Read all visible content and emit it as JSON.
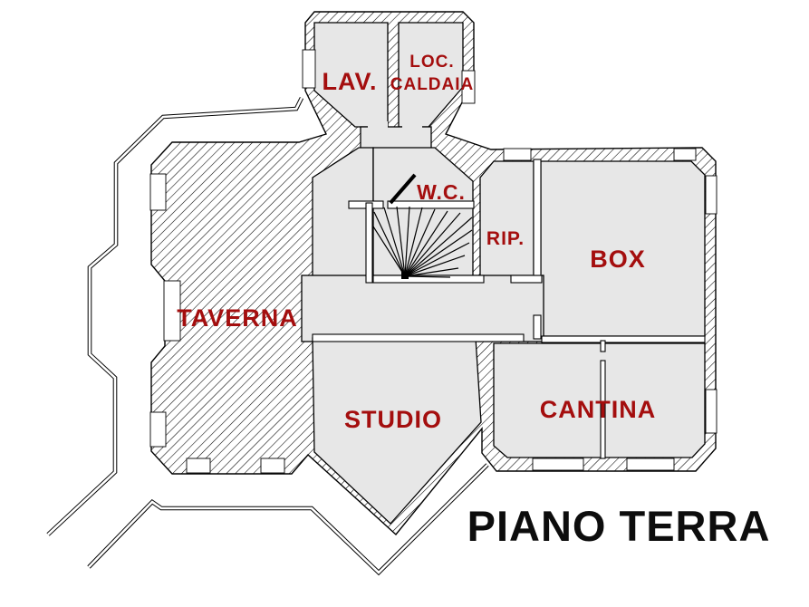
{
  "title": {
    "text": "PIANO TERRA"
  },
  "rooms": {
    "lav": {
      "label": "LAV."
    },
    "loc_caldaia": {
      "label_line1": "LOC.",
      "label_line2": "CALDAIA"
    },
    "wc": {
      "label": "W.C."
    },
    "rip": {
      "label": "RIP."
    },
    "box": {
      "label": "BOX"
    },
    "taverna": {
      "label": "TAVERNA"
    },
    "studio": {
      "label": "STUDIO"
    },
    "cantina": {
      "label": "CANTINA"
    }
  },
  "colors": {
    "room_label": "#A40E0E",
    "floor_fill": "#E7E7E7",
    "wall_line": "#000000",
    "title_text": "#0D0D0D",
    "background": "#FFFFFF"
  }
}
